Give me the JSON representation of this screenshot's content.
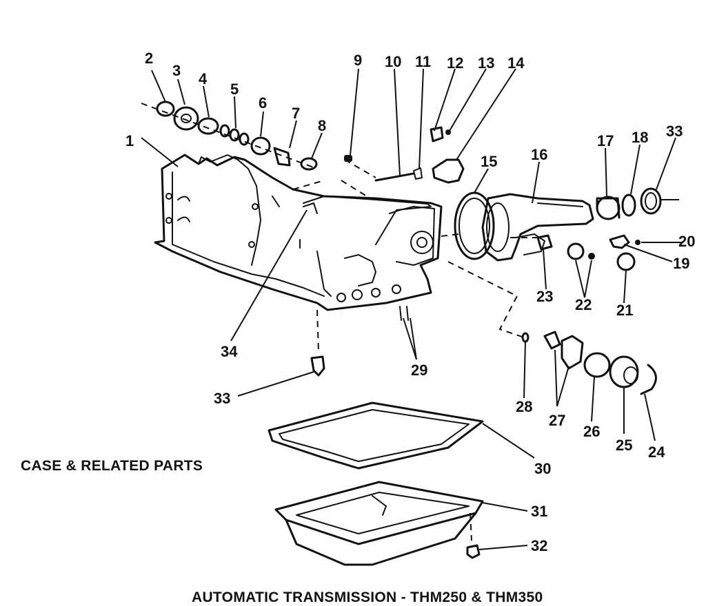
{
  "title": "AUTOMATIC TRANSMISSION - THM250 & THM350",
  "section_label": "CASE & RELATED PARTS",
  "callouts": [
    "1",
    "2",
    "3",
    "4",
    "5",
    "6",
    "7",
    "8",
    "9",
    "10",
    "11",
    "12",
    "13",
    "14",
    "15",
    "16",
    "17",
    "18",
    "33",
    "20",
    "19",
    "23",
    "22",
    "21",
    "34",
    "29",
    "33",
    "28",
    "27",
    "26",
    "25",
    "24",
    "30",
    "31",
    "32"
  ]
}
